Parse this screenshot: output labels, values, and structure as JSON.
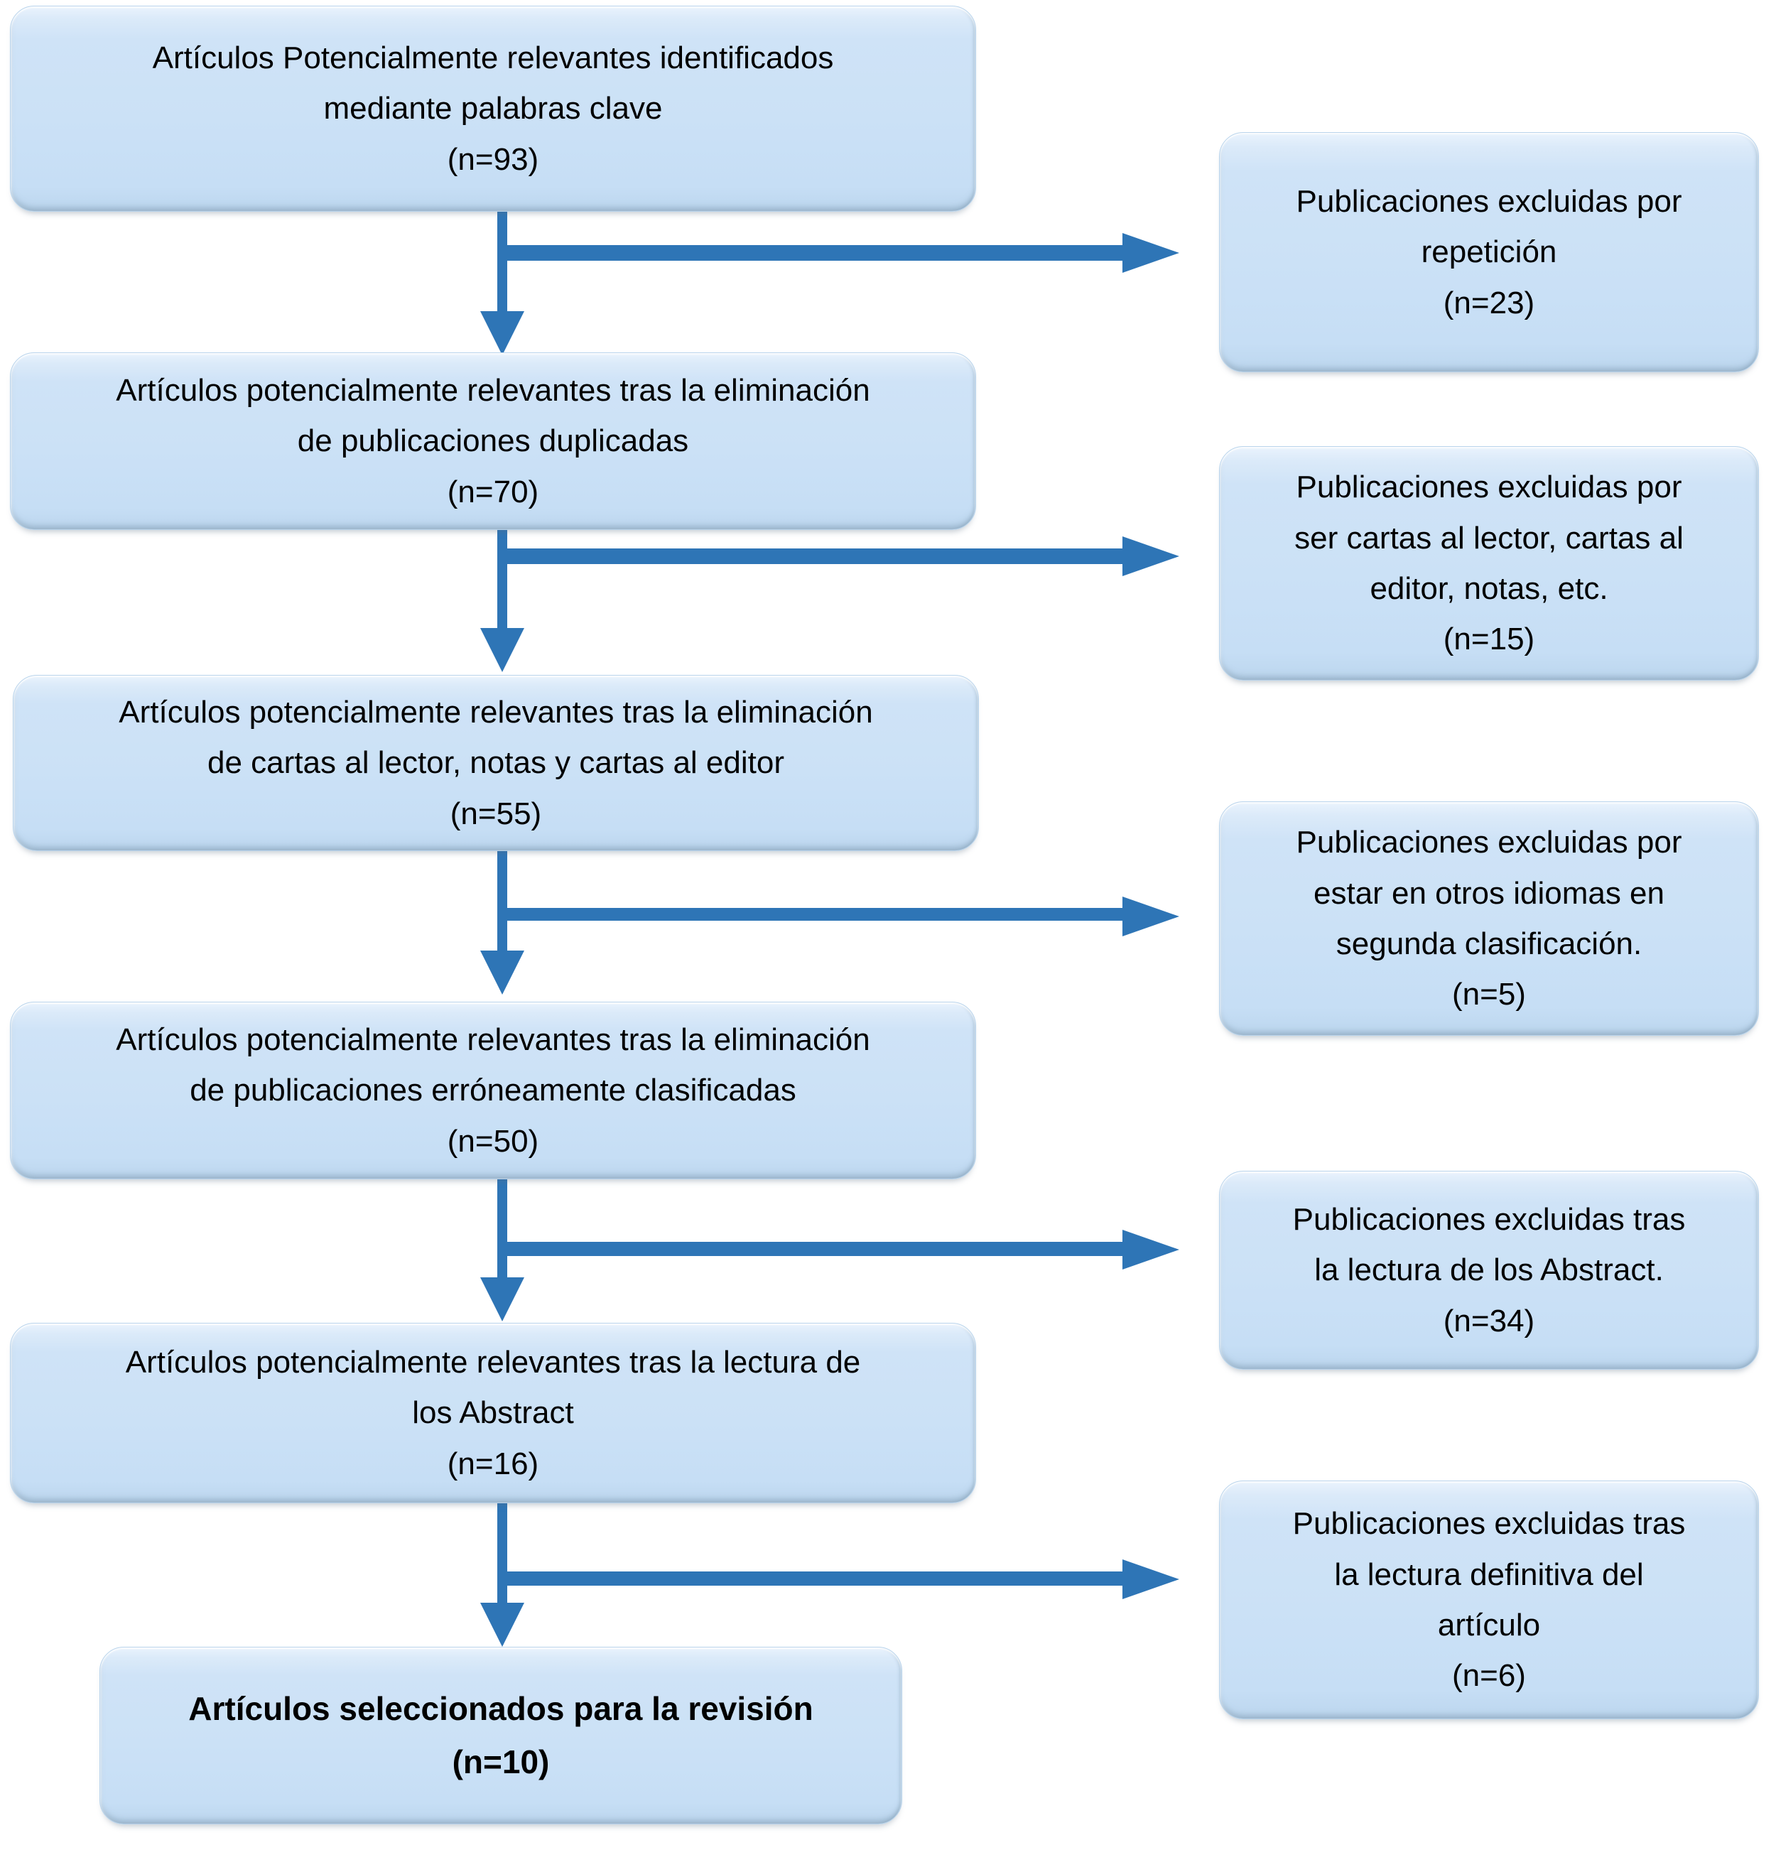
{
  "diagram": {
    "title": "Diagrama de flujo de selección de artículos (PRISMA)",
    "accent_color": "#2E75B6",
    "box_fill_color": "#CBE1F6",
    "box_border_color": "#B9D4EC",
    "text_color": "#000000"
  },
  "flow": {
    "main_nodes": [
      {
        "id": "identificados",
        "lines": [
          "Artículos Potencialmente relevantes identificados",
          "mediante palabras clave",
          "(n=93)"
        ],
        "count_label": "(n=93)",
        "count": 93
      },
      {
        "id": "sin-duplicados",
        "lines": [
          "Artículos potencialmente relevantes tras la eliminación",
          "de publicaciones duplicadas",
          "(n=70)"
        ],
        "count_label": "(n=70)",
        "count": 70
      },
      {
        "id": "sin-cartas",
        "lines": [
          "Artículos potencialmente relevantes tras la eliminación",
          "de cartas al lector, notas y cartas al editor",
          "(n=55)"
        ],
        "count_label": "(n=55)",
        "count": 55
      },
      {
        "id": "sin-mal-clasificadas",
        "lines": [
          "Artículos potencialmente relevantes tras la eliminación",
          "de publicaciones erróneamente clasificadas",
          "(n=50)"
        ],
        "count_label": "(n=50)",
        "count": 50
      },
      {
        "id": "tras-abstract",
        "lines": [
          "Artículos potencialmente relevantes tras la lectura de",
          "los Abstract",
          "(n=16)"
        ],
        "count_label": "(n=16)",
        "count": 16
      }
    ],
    "final_node": {
      "id": "seleccionados",
      "lines": [
        "Artículos seleccionados para la revisión",
        "(n=10)"
      ],
      "count_label": "(n=10)",
      "count": 10
    },
    "excluded_nodes": [
      {
        "id": "excl-repeticion",
        "lines": [
          "Publicaciones excluidas por",
          "repetición",
          "(n=23)"
        ],
        "count_label": "(n=23)",
        "count": 23
      },
      {
        "id": "excl-cartas",
        "lines": [
          "Publicaciones excluidas por",
          "ser cartas al lector, cartas al",
          "editor, notas, etc.",
          "(n=15)"
        ],
        "count_label": "(n=15)",
        "count": 15
      },
      {
        "id": "excl-idiomas",
        "lines": [
          "Publicaciones excluidas por",
          "estar en otros idiomas en",
          "segunda clasificación.",
          "(n=5)"
        ],
        "count_label": "(n=5)",
        "count": 5
      },
      {
        "id": "excl-abstract",
        "lines": [
          "Publicaciones excluidas tras",
          "la lectura de los Abstract.",
          "(n=34)"
        ],
        "count_label": "(n=34)",
        "count": 34
      },
      {
        "id": "excl-lectura-definitiva",
        "lines": [
          "Publicaciones excluidas tras",
          "la lectura definitiva del",
          "artículo",
          "(n=6)"
        ],
        "count_label": "(n=6)",
        "count": 6
      }
    ]
  },
  "chart_data": {
    "type": "diagram",
    "title": "Flujo de selección de artículos",
    "stages": [
      {
        "label": "Artículos Potencialmente relevantes identificados mediante palabras clave",
        "n": 93
      },
      {
        "label": "Artículos potencialmente relevantes tras la eliminación de publicaciones duplicadas",
        "n": 70
      },
      {
        "label": "Artículos potencialmente relevantes tras la eliminación de cartas al lector, notas y cartas al editor",
        "n": 55
      },
      {
        "label": "Artículos potencialmente relevantes tras la eliminación de publicaciones erróneamente clasificadas",
        "n": 50
      },
      {
        "label": "Artículos potencialmente relevantes tras la lectura de los Abstract",
        "n": 16
      },
      {
        "label": "Artículos seleccionados para la revisión",
        "n": 10
      }
    ],
    "exclusions": [
      {
        "label": "Publicaciones excluidas por repetición",
        "n": 23
      },
      {
        "label": "Publicaciones excluidas por ser cartas al lector, cartas al editor, notas, etc.",
        "n": 15
      },
      {
        "label": "Publicaciones excluidas por estar en otros idiomas en segunda clasificación.",
        "n": 5
      },
      {
        "label": "Publicaciones excluidas tras la lectura de los Abstract.",
        "n": 34
      },
      {
        "label": "Publicaciones excluidas tras la lectura definitiva del artículo",
        "n": 6
      }
    ]
  }
}
